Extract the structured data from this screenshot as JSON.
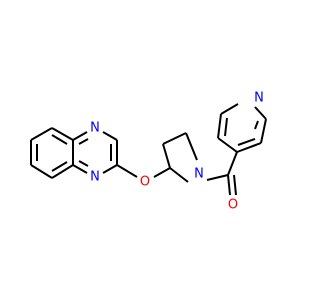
{
  "molecule": {
    "atoms": {
      "n_quinox_top": "N",
      "n_quinox_bottom": "N",
      "o_ether": "O",
      "n_pyrrolidine": "N",
      "o_carbonyl": "O",
      "n_pyridine": "N"
    },
    "colors": {
      "bond": "#000000",
      "nitrogen": "#0000ff",
      "oxygen": "#ff0000"
    }
  }
}
